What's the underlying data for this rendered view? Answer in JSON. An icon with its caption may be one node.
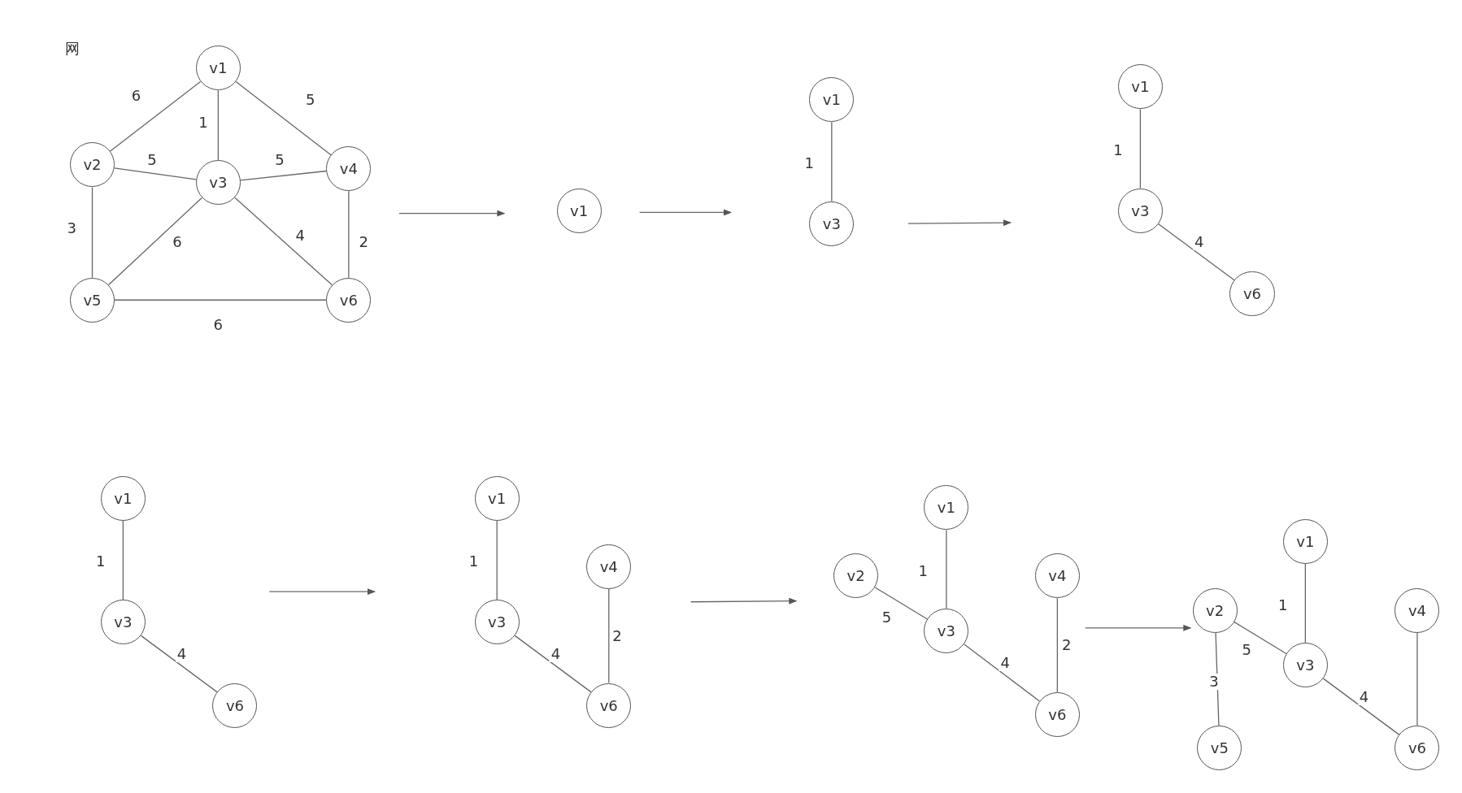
{
  "diagram": {
    "title": "网",
    "nodes": [
      {
        "text": [
          "v1"
        ]
      },
      {
        "text": [
          "v2"
        ]
      },
      {
        "text": [
          "v3"
        ]
      },
      {
        "text": [
          "v4"
        ]
      },
      {
        "text": [
          "v5"
        ]
      },
      {
        "text": [
          "v6"
        ]
      },
      {
        "text": [
          "v1"
        ]
      },
      {
        "text": [
          "v1"
        ]
      },
      {
        "text": [
          "v3"
        ]
      },
      {
        "text": [
          "v1"
        ]
      },
      {
        "text": [
          "v3"
        ]
      },
      {
        "text": [
          "v6"
        ]
      },
      {
        "text": [
          "v1"
        ]
      },
      {
        "text": [
          "v3"
        ]
      },
      {
        "text": [
          "v6"
        ]
      },
      {
        "text": [
          "v1"
        ]
      },
      {
        "text": [
          "v4"
        ]
      },
      {
        "text": [
          "v3"
        ]
      },
      {
        "text": [
          "v6"
        ]
      },
      {
        "text": [
          "v1"
        ]
      },
      {
        "text": [
          "v2"
        ]
      },
      {
        "text": [
          "v4"
        ]
      },
      {
        "text": [
          "v3"
        ]
      },
      {
        "text": [
          "v6"
        ]
      },
      {
        "text": [
          "v1"
        ]
      },
      {
        "text": [
          "v2"
        ]
      },
      {
        "text": [
          "v4"
        ]
      },
      {
        "text": [
          "v3"
        ]
      },
      {
        "text": [
          "v5"
        ]
      },
      {
        "text": [
          "v6"
        ]
      }
    ],
    "edges": [
      {
        "from": 0,
        "to": 1,
        "arrow": "none",
        "label": "6"
      },
      {
        "from": 0,
        "to": 2,
        "arrow": "none",
        "label": "1"
      },
      {
        "from": 0,
        "to": 3,
        "arrow": "none",
        "label": "5"
      },
      {
        "from": 1,
        "to": 2,
        "arrow": "none",
        "label": "5"
      },
      {
        "from": 2,
        "to": 3,
        "arrow": "none",
        "label": "5"
      },
      {
        "from": 1,
        "to": 4,
        "arrow": "none",
        "label": "3"
      },
      {
        "from": 2,
        "to": 4,
        "arrow": "none",
        "label": "6"
      },
      {
        "from": 2,
        "to": 5,
        "arrow": "none",
        "label": "4"
      },
      {
        "from": 3,
        "to": 5,
        "arrow": "none",
        "label": "2"
      },
      {
        "from": 4,
        "to": 5,
        "arrow": "none",
        "label": "6"
      },
      {
        "from": 7,
        "to": 8,
        "arrow": "none",
        "label": "1"
      },
      {
        "from": 9,
        "to": 10,
        "arrow": "none",
        "label": "1"
      },
      {
        "from": 10,
        "to": 11,
        "arrow": "none",
        "label": "4"
      },
      {
        "from": 12,
        "to": 13,
        "arrow": "none",
        "label": "1"
      },
      {
        "from": 13,
        "to": 14,
        "arrow": "none",
        "label": "4"
      },
      {
        "from": 15,
        "to": 17,
        "arrow": "none",
        "label": "1"
      },
      {
        "from": 17,
        "to": 18,
        "arrow": "none",
        "label": "4"
      },
      {
        "from": 16,
        "to": 18,
        "arrow": "none",
        "label": "2"
      },
      {
        "from": 19,
        "to": 22,
        "arrow": "none",
        "label": "1"
      },
      {
        "from": 20,
        "to": 22,
        "arrow": "none",
        "label": "5"
      },
      {
        "from": 22,
        "to": 23,
        "arrow": "none",
        "label": "4"
      },
      {
        "from": 21,
        "to": 23,
        "arrow": "none",
        "label": "2"
      },
      {
        "from": 24,
        "to": 27,
        "arrow": "none",
        "label": "1"
      },
      {
        "from": 25,
        "to": 27,
        "arrow": "none",
        "label": "5"
      },
      {
        "from": 25,
        "to": 28,
        "arrow": "none",
        "label": "3"
      },
      {
        "from": 27,
        "to": 29,
        "arrow": "none",
        "label": "4"
      },
      {
        "from": 26,
        "to": 29,
        "arrow": "none"
      }
    ]
  }
}
